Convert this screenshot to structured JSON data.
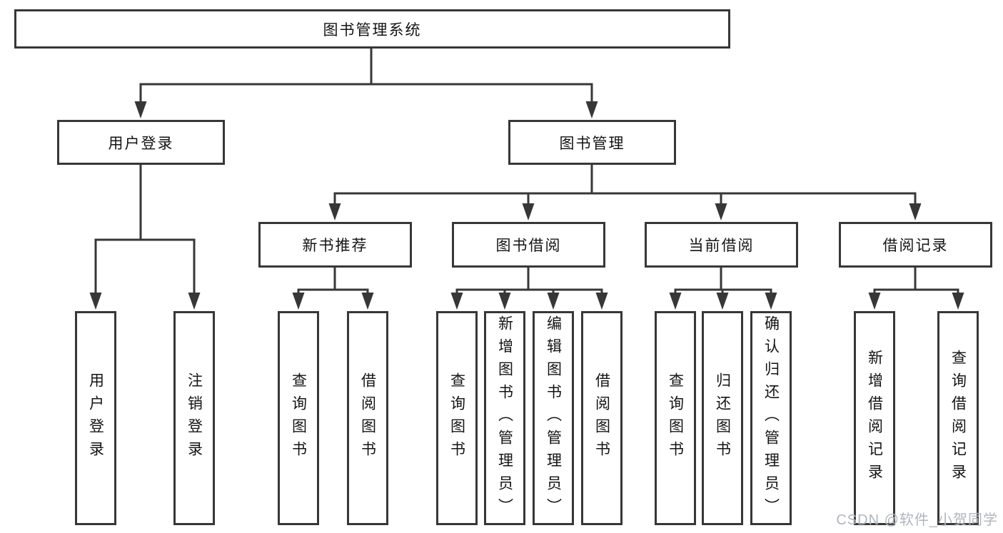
{
  "diagram_title": "图书管理系统",
  "colors": {
    "line": "#373737",
    "box_border": "#373737",
    "text": "#141414",
    "background": "#ffffff",
    "watermark": "#a9aeb6"
  },
  "watermark": {
    "text": "CSDN @软件_小贺同学"
  },
  "tree": {
    "label": "图书管理系统",
    "children": [
      {
        "label": "用户登录",
        "children": [
          {
            "label": "用户登录"
          },
          {
            "label": "注销登录"
          }
        ]
      },
      {
        "label": "图书管理",
        "children": [
          {
            "label": "新书推荐",
            "children": [
              {
                "label": "查询图书"
              },
              {
                "label": "借阅图书"
              }
            ]
          },
          {
            "label": "图书借阅",
            "children": [
              {
                "label": "查询图书"
              },
              {
                "label": "新增图书（管理员）"
              },
              {
                "label": "编辑图书（管理员）"
              },
              {
                "label": "借阅图书"
              }
            ]
          },
          {
            "label": "当前借阅",
            "children": [
              {
                "label": "查询图书"
              },
              {
                "label": "归还图书"
              },
              {
                "label": "确认归还（管理员）"
              }
            ]
          },
          {
            "label": "借阅记录",
            "children": [
              {
                "label": "新增借阅记录"
              },
              {
                "label": "查询借阅记录"
              }
            ]
          }
        ]
      }
    ]
  }
}
